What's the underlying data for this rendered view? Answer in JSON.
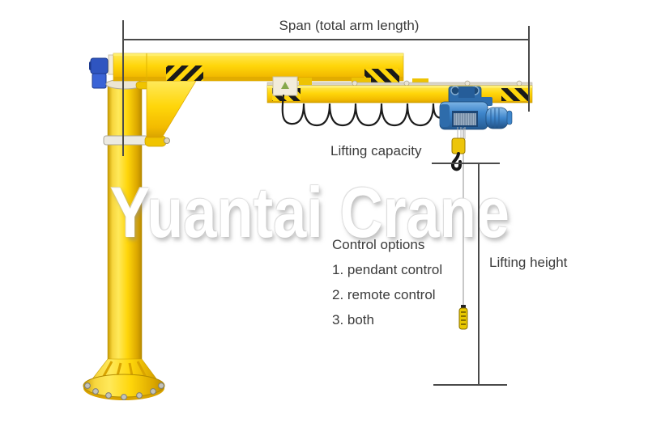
{
  "watermark": {
    "text": "Yuantai Crane"
  },
  "annotations": {
    "span": "Span (total arm length)",
    "lifting_capacity": "Lifting capacity",
    "lifting_height": "Lifting height"
  },
  "control_options": {
    "title": "Control options",
    "items": [
      "1. pendant control",
      "2. remote control",
      "3. both"
    ]
  },
  "colors": {
    "background": "#FFFFFF",
    "crane_yellow": "#FFD60A",
    "crane_yellow_dark": "#D9A300",
    "hazard_black": "#1A1A1A",
    "hoist_blue": "#3E86CC",
    "slewing_motor_blue": "#2F55C0",
    "dimension_line": "#4A4A4A",
    "label_text": "#3B3B3B"
  }
}
